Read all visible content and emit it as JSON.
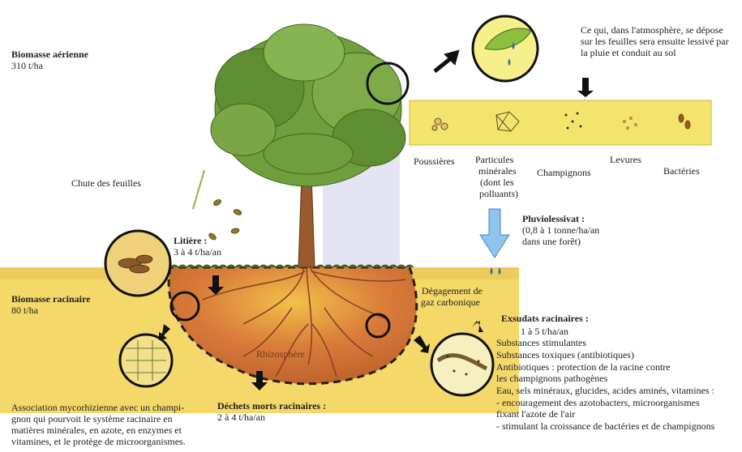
{
  "aerial": {
    "title": "Biomasse aérienne",
    "value": "310 t/ha"
  },
  "leaf_fall": "Chute des feuilles",
  "litter": {
    "title": "Litière :",
    "value": "3 à 4 t/ha/an"
  },
  "root_biomass": {
    "title": "Biomasse racinaire",
    "value": "80 t/ha"
  },
  "mycorrhiza": [
    "Association mycorhizienne avec un champi-",
    "gnon qui pourvoit le système racinaire en",
    "matières minérales, en azote, en enzymes et",
    "vitamines, et le protège de microorganismes."
  ],
  "dead_roots": {
    "title": "Déchets morts racinaires :",
    "value": "2 à 4 t/ha/an"
  },
  "rhizosphere": "Rhizosphère",
  "co2": [
    "Dégagement de",
    "gaz carbonique"
  ],
  "atmosphere_note": [
    "Ce qui, dans l'atmosphère, se dépose",
    "sur les feuilles sera ensuite lessivé par",
    "la pluie et conduit au sol"
  ],
  "particles": [
    {
      "label": [
        "Poussières"
      ]
    },
    {
      "label": [
        "Particules",
        "minérales",
        "(dont les",
        "polluants)"
      ]
    },
    {
      "label": [
        "Champignons"
      ]
    },
    {
      "label": [
        "Levures"
      ]
    },
    {
      "label": [
        "Bactéries"
      ]
    }
  ],
  "pluvio": {
    "title": "Pluviolessivat :",
    "lines": [
      "(0,8 à 1 tonne/ha/an",
      "dans une forêt)"
    ]
  },
  "exudates": {
    "title": "Exsudats racinaires :",
    "lines": [
      "1 à 5 t/ha/an",
      "Substances stimulantes",
      "Substances toxiques (antibiotiques)",
      "Antibiotiques : protection de la racine contre",
      "les champignons pathogènes",
      "Eau, sels minéraux, glucides, acides aminés, vitamines :",
      "- encouragement des azotobacters, microorganismes",
      "fixant l'azote de l'air",
      "- stimulant la croissance de bactéries et de champignons"
    ]
  },
  "colors": {
    "soil": "#f5d86a",
    "leaf": "#6f9e3c",
    "trunk": "#9a5a2e",
    "roots": "#b0562c",
    "water": "#8ec5ef"
  }
}
